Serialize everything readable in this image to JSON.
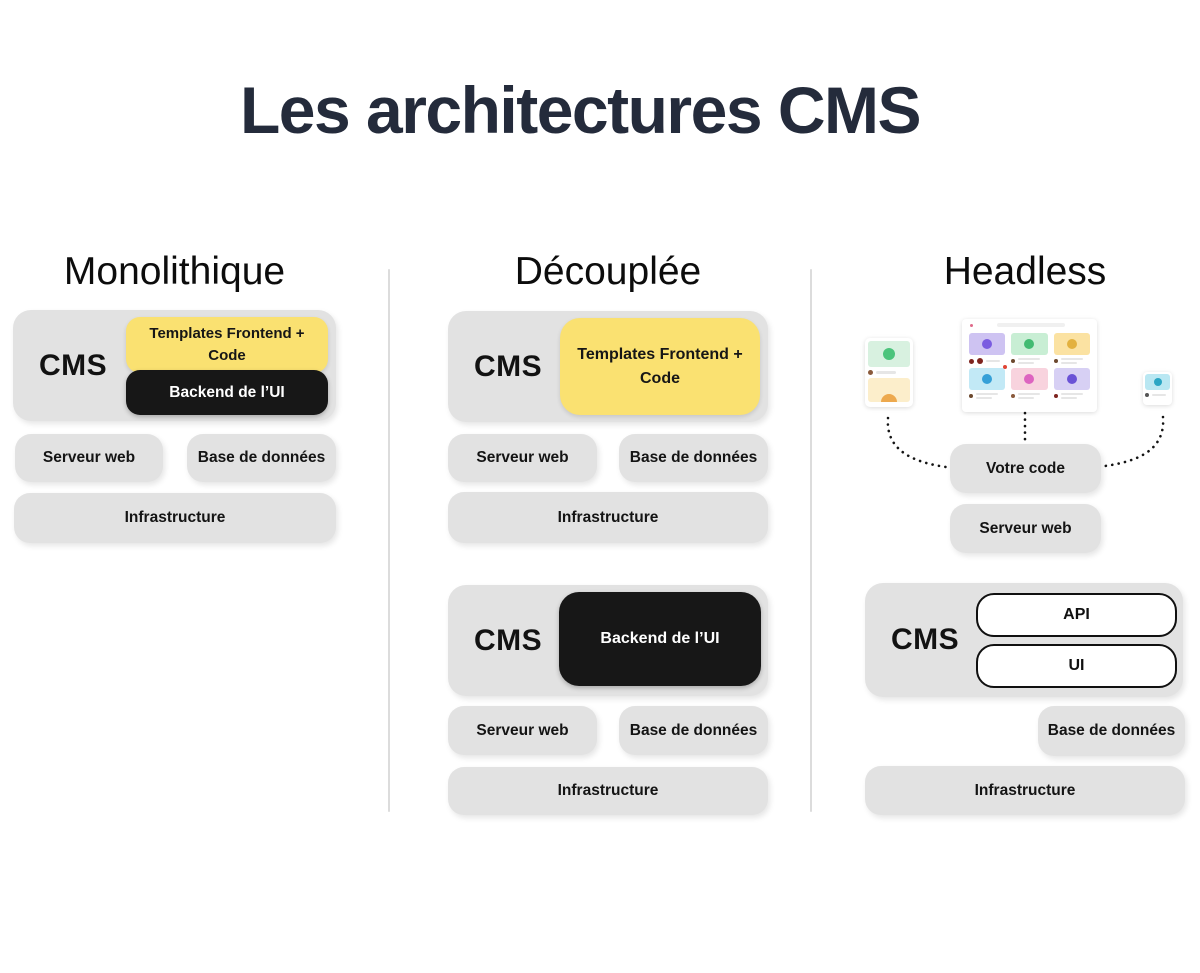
{
  "title": "Les architectures CMS",
  "monolithique": {
    "heading": "Monolithique",
    "cms": "CMS",
    "templates": "Templates Frontend + Code",
    "backend": "Backend de l’UI",
    "serveur": "Serveur web",
    "base": "Base de données",
    "infra": "Infrastructure"
  },
  "decouplee": {
    "heading": "Découplée",
    "front": {
      "cms": "CMS",
      "templates": "Templates Frontend + Code",
      "serveur": "Serveur web",
      "base": "Base de données",
      "infra": "Infrastructure"
    },
    "back": {
      "cms": "CMS",
      "backend": "Backend de l’UI",
      "serveur": "Serveur web",
      "base": "Base de données",
      "infra": "Infrastructure"
    }
  },
  "headless": {
    "heading": "Headless",
    "votre_code": "Votre code",
    "serveur": "Serveur web",
    "cms": "CMS",
    "api": "API",
    "ui": "UI",
    "base": "Base de données",
    "infra": "Infrastructure"
  },
  "colors": {
    "yellow": "#FAE171",
    "gray": "#E2E2E2",
    "black": "#171717",
    "title": "#242B3B"
  }
}
